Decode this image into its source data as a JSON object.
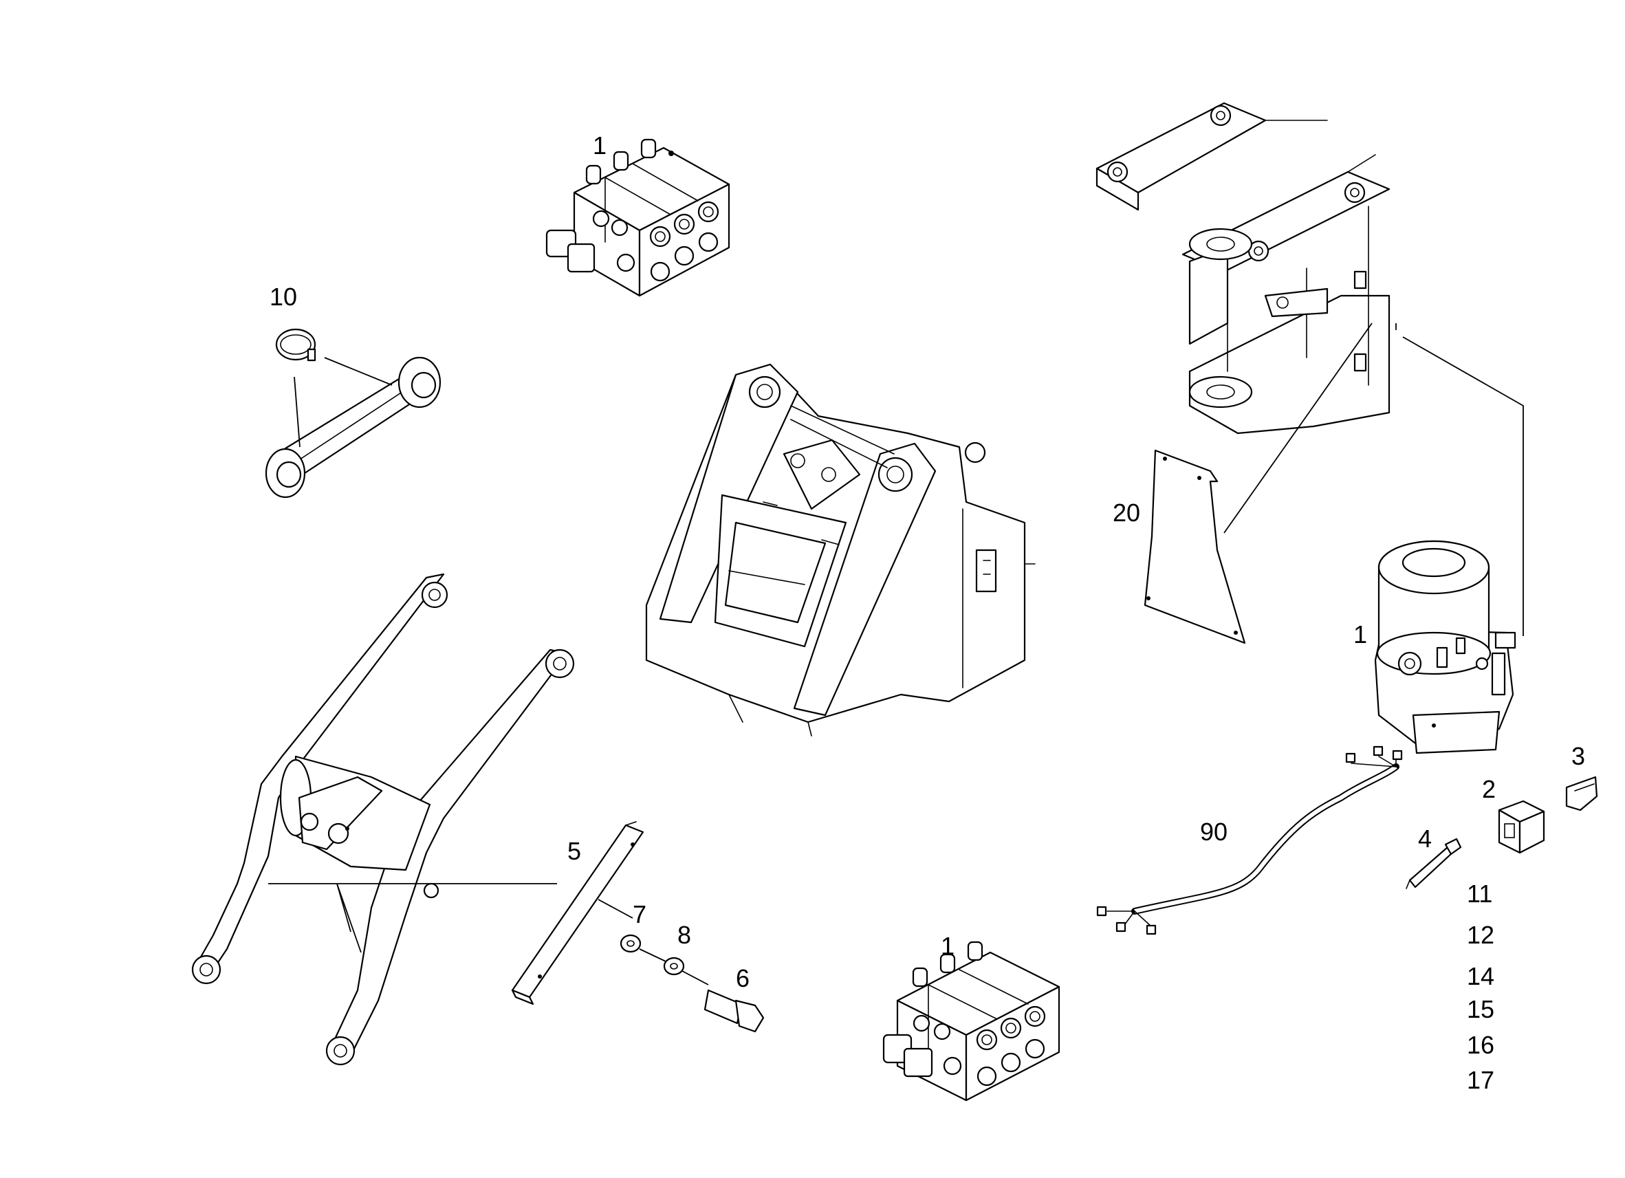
{
  "callouts": {
    "valve_block_top": "1",
    "grease_strip": "10",
    "gasket_plate": "20",
    "pump_unit": "1",
    "cap": "3",
    "connector_housing": "2",
    "pin": "4",
    "cable_harness": "90",
    "extra_a": "11",
    "extra_b": "12",
    "extra_c": "14",
    "extra_d": "15",
    "extra_e": "16",
    "extra_f": "17",
    "bracket": "5",
    "washer_a": "7",
    "washer_b": "8",
    "bolt": "6",
    "valve_block_bottom": "1"
  },
  "colors": {
    "line": "#000000",
    "background": "#ffffff"
  }
}
